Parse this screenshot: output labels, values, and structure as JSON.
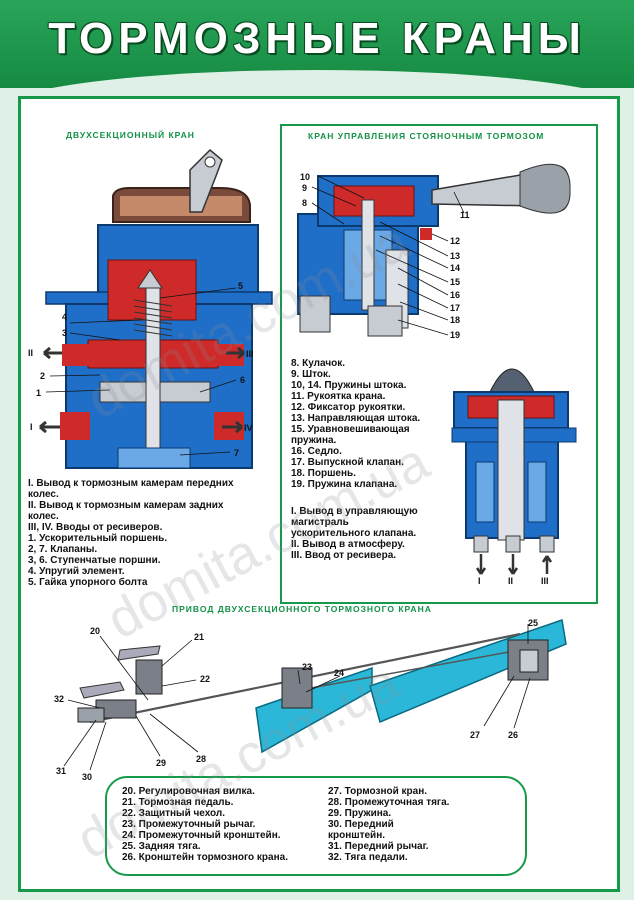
{
  "title": "ТОРМОЗНЫЕ КРАНЫ",
  "sections": {
    "dual": {
      "caption": "ДВУХСЕКЦИОННЫЙ КРАН",
      "numbers": [
        "1",
        "2",
        "3",
        "4",
        "5",
        "6",
        "7"
      ],
      "romans": [
        "I",
        "II",
        "III",
        "IV"
      ],
      "legend": [
        "I. Вывод к тормозным камерам передних",
        "колес.",
        "II. Вывод к тормозным камерам задних",
        "колес.",
        "III, IV. Вводы от ресиверов.",
        "1. Ускорительный поршень.",
        "2, 7. Клапаны.",
        "3, 6. Ступенчатые поршни.",
        "4. Упругий элемент.",
        "5. Гайка упорного болта"
      ]
    },
    "parking": {
      "caption": "КРАН УПРАВЛЕНИЯ СТОЯНОЧНЫМ ТОРМОЗОМ",
      "numbers": [
        "8",
        "9",
        "10",
        "11",
        "12",
        "13",
        "14",
        "15",
        "16",
        "17",
        "18",
        "19"
      ],
      "romans": [
        "I",
        "II",
        "III"
      ],
      "legend_a": [
        "8. Кулачок.",
        "9. Шток.",
        "10, 14. Пружины штока.",
        "11. Рукоятка крана.",
        "12. Фиксатор рукоятки.",
        "13. Направляющая штока.",
        "15. Уравновешивающая",
        "пружина.",
        "16. Седло.",
        "17. Выпускной клапан.",
        "18. Поршень.",
        "19. Пружина клапана."
      ],
      "legend_b": [
        "I. Вывод в управляющую",
        "магистраль",
        "ускорительного клапана.",
        "II. Вывод в атмосферу.",
        "III. Ввод от ресивера."
      ]
    },
    "drive": {
      "caption": "ПРИВОД ДВУХСЕКЦИОННОГО ТОРМОЗНОГО КРАНА",
      "numbers": [
        "20",
        "21",
        "22",
        "23",
        "24",
        "25",
        "26",
        "27",
        "28",
        "29",
        "30",
        "31",
        "32"
      ],
      "legend_left": [
        "20. Регулировочная вилка.",
        "21. Тормозная педаль.",
        "22. Защитный чехол.",
        "23. Промежуточный рычаг.",
        "24. Промежуточный кронштейн.",
        "25. Задняя тяга.",
        "26. Кронштейн тормозного крана."
      ],
      "legend_right": [
        "27. Тормозной кран.",
        "28. Промежуточная тяга.",
        "29. Пружина.",
        "30. Передний",
        "кронштейн.",
        "31. Передний рычаг.",
        "32. Тяга педали."
      ]
    }
  },
  "watermark": "domita.com.ua",
  "colors": {
    "header_green": "#1e9a4e",
    "frame_green": "#169a4a",
    "body_blue": "#1f6fc8",
    "section_red": "#cf2a2a",
    "steel": "#c7ccd2",
    "background": "#dff0e6"
  }
}
